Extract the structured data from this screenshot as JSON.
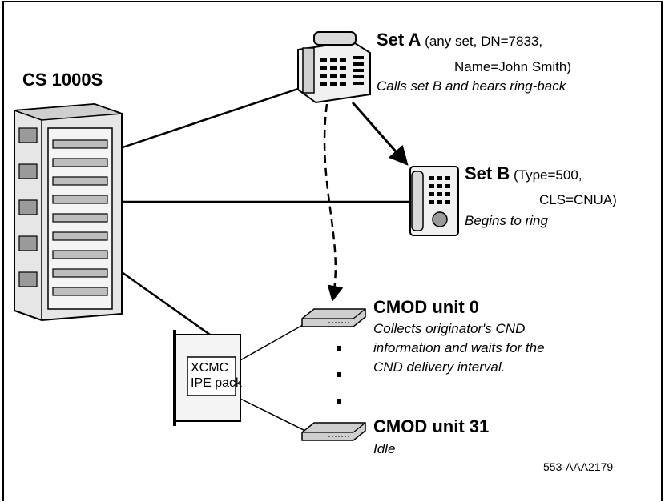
{
  "diagram": {
    "server": {
      "label": "CS 1000S"
    },
    "set_a": {
      "name": "Set A",
      "details_1": "(any set, DN=7833,",
      "details_2": "Name=John Smith)",
      "action": "Calls set B and hears ring-back"
    },
    "set_b": {
      "name": "Set B",
      "details_1": "(Type=500,",
      "details_2": "CLS=CNUA)",
      "action": "Begins to ring"
    },
    "xcmc": {
      "line1": "XCMC",
      "line2": "IPE pack"
    },
    "cmod0": {
      "name": "CMOD unit 0",
      "desc_1": "Collects originator's CND",
      "desc_2": "information and waits for the",
      "desc_3": "CND delivery interval."
    },
    "cmod31": {
      "name": "CMOD unit 31",
      "desc": "Idle"
    },
    "figure_id": "553-AAA2179"
  }
}
